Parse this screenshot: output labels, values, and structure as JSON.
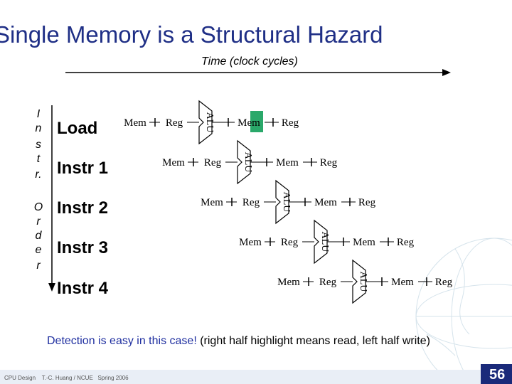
{
  "title": "Single Memory is a Structural Hazard",
  "time_label": "Time (clock cycles)",
  "order_letters": [
    "I",
    "n",
    "s",
    "t",
    "r.",
    "",
    "O",
    "r",
    "d",
    "e",
    "r"
  ],
  "instructions": [
    {
      "label": "Load"
    },
    {
      "label": "Instr 1"
    },
    {
      "label": "Instr 2"
    },
    {
      "label": "Instr 3"
    },
    {
      "label": "Instr 4"
    }
  ],
  "stage_labels": {
    "mem": "Mem",
    "reg": "Reg",
    "alu": "ALU"
  },
  "highlights": {
    "color": "#2aa86a",
    "note": "Load data Mem read highlighted (right half)"
  },
  "caption": {
    "blue_part": "Detection is easy in this case!",
    "black_part": " (right half highlight means read, left half write)"
  },
  "footer": "CPU Design    T.-C. Huang / NCUE   Spring 2006",
  "page_number": "56",
  "colors": {
    "title": "#1f2f86",
    "footer_bar": "#1a2a7a",
    "highlight": "#2aa86a"
  }
}
